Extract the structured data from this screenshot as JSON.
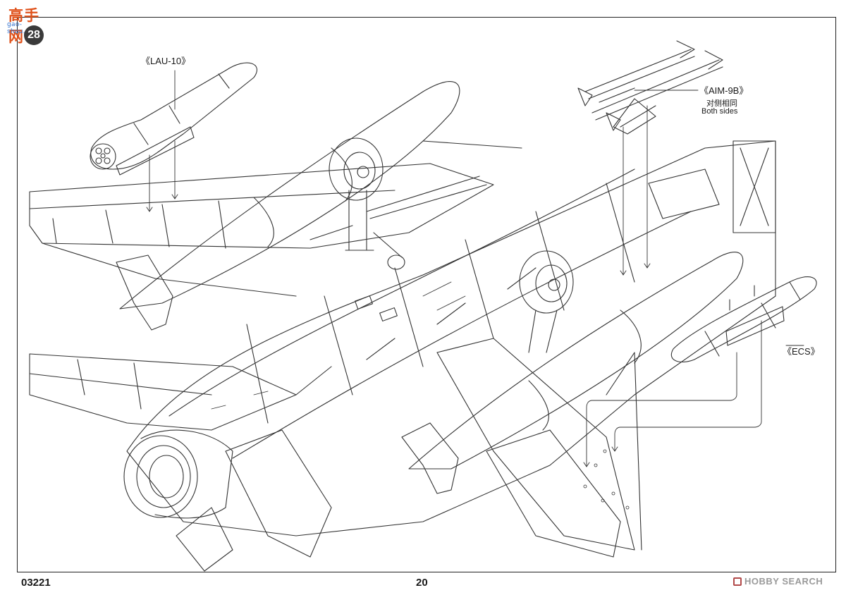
{
  "site_logo": {
    "text": "高手网",
    "sub": "gao-shou.com"
  },
  "step_number": "28",
  "callouts": {
    "lau10": "《LAU-10》",
    "aim9b": "《AIM-9B》",
    "aim9b_note_cn": "对侧相同",
    "aim9b_note_en": "Both sides",
    "ecs": "《ECS》"
  },
  "footer": {
    "product_code": "03221",
    "page_number": "20"
  },
  "watermark": {
    "text": "HOBBY SEARCH"
  },
  "colors": {
    "line": "#333333",
    "logo": "#e0521b",
    "logo_sub": "#2f6ecb",
    "watermark": "#9a9a9a"
  }
}
